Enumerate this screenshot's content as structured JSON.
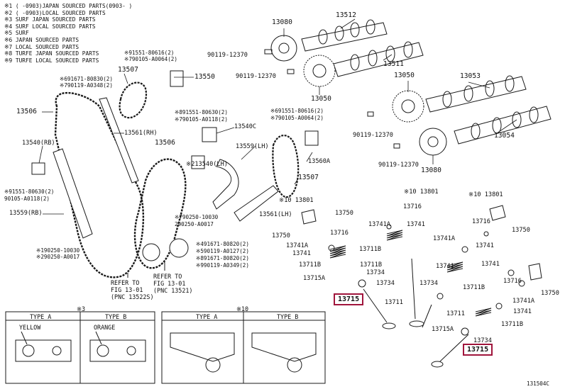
{
  "legend_notes": [
    "※1 (      -0903)JAPAN SOURCED PARTS(0903-      )",
    "※2 (      -0903)LOCAL SOURCED PARTS",
    "※3 SURF JAPAN SOURCED PARTS",
    "※4 SURF LOCAL SOURCED PARTS",
    "※5 SURF",
    "※6 JAPAN SOURCED PARTS",
    "※7 LOCAL SOURCED PARTS",
    "※8 TURFE JAPAN SOURCED PARTS",
    "※9 TURFE LOCAL SOURCED PARTS"
  ],
  "parts": [
    {
      "id": "p13080a",
      "text": "13080"
    },
    {
      "id": "p13512",
      "text": "13512"
    },
    {
      "id": "p90119a",
      "text": "90119-12370"
    },
    {
      "id": "p13511",
      "text": "13511"
    },
    {
      "id": "p90119b",
      "text": "90119-12370"
    },
    {
      "id": "p13050a",
      "text": "13050"
    },
    {
      "id": "p13050b",
      "text": "13050"
    },
    {
      "id": "p13053",
      "text": "13053"
    },
    {
      "id": "p90119c",
      "text": "90119-12370"
    },
    {
      "id": "p13054",
      "text": "13054"
    },
    {
      "id": "p90119d",
      "text": "90119-12370"
    },
    {
      "id": "p13080b",
      "text": "13080"
    },
    {
      "id": "n91551a",
      "text": "※91551-80616(2)"
    },
    {
      "id": "n90105a",
      "text": "※790105-A0064(2)"
    },
    {
      "id": "p13507a",
      "text": "13507"
    },
    {
      "id": "p13550",
      "text": "13550"
    },
    {
      "id": "n91671a",
      "text": "※691671-80830(2)"
    },
    {
      "id": "n90119e",
      "text": "※790119-A0348(2)"
    },
    {
      "id": "p13506a",
      "text": "13506"
    },
    {
      "id": "n91551b",
      "text": "※891551-80630(2)"
    },
    {
      "id": "n90105b",
      "text": "※790105-A0118(2)"
    },
    {
      "id": "p13561rh",
      "text": "13561(RH)"
    },
    {
      "id": "p13540c",
      "text": "13540C"
    },
    {
      "id": "n91551c",
      "text": "※691551-80616(2)"
    },
    {
      "id": "n90105c",
      "text": "※790105-A0064(2)"
    },
    {
      "id": "p13540rb",
      "text": "13540(RB)"
    },
    {
      "id": "p13506b",
      "text": "13506"
    },
    {
      "id": "p13540lh",
      "text": "※213540(LH)"
    },
    {
      "id": "p13559lh",
      "text": "13559(LH)"
    },
    {
      "id": "p13560a",
      "text": "13560A"
    },
    {
      "id": "p13507b",
      "text": "13507"
    },
    {
      "id": "n91551d",
      "text": "※91551-80630(2)"
    },
    {
      "id": "n90105d",
      "text": "90105-A0118(2)"
    },
    {
      "id": "p13801a",
      "text": "※10 13801"
    },
    {
      "id": "p13801b",
      "text": "※10 13801"
    },
    {
      "id": "p13801c",
      "text": "※10 13801"
    },
    {
      "id": "p13559rb",
      "text": "13559(RB)"
    },
    {
      "id": "n90250a",
      "text": "※790250-10030"
    },
    {
      "id": "n290250a",
      "text": "290250-A0017"
    },
    {
      "id": "p13561lh",
      "text": "13561(LH)"
    },
    {
      "id": "p13750a",
      "text": "13750"
    },
    {
      "id": "p13716a",
      "text": "13716"
    },
    {
      "id": "p13741a1",
      "text": "13741A"
    },
    {
      "id": "p13741a2",
      "text": "13741"
    },
    {
      "id": "p13716b",
      "text": "13716"
    },
    {
      "id": "p13750b",
      "text": "13750"
    },
    {
      "id": "n190250",
      "text": "※190250-10030"
    },
    {
      "id": "n290250b",
      "text": "※290250-A0017"
    },
    {
      "id": "n91671b",
      "text": "※491671-80820(2)"
    },
    {
      "id": "n90119f",
      "text": "※590119-A0127(2)"
    },
    {
      "id": "n91671c",
      "text": "※891671-80820(2)"
    },
    {
      "id": "n90119g",
      "text": "※990119-A0349(2)"
    },
    {
      "id": "p13750c",
      "text": "13750"
    },
    {
      "id": "p13716c",
      "text": "13716"
    },
    {
      "id": "p13741a3",
      "text": "13741A"
    },
    {
      "id": "p13741b",
      "text": "13741"
    },
    {
      "id": "p13741a4",
      "text": "13741A"
    },
    {
      "id": "p13741c",
      "text": "13741"
    },
    {
      "id": "p13711b1",
      "text": "13711B"
    },
    {
      "id": "p13711b2",
      "text": "13711B"
    },
    {
      "id": "p13741d",
      "text": "13741"
    },
    {
      "id": "p13711b3",
      "text": "13711B"
    },
    {
      "id": "p13734a",
      "text": "13734"
    },
    {
      "id": "p13715a1",
      "text": "13715A"
    },
    {
      "id": "p13734b",
      "text": "13734"
    },
    {
      "id": "p13741e",
      "text": "13741"
    },
    {
      "id": "p13734c",
      "text": "13734"
    },
    {
      "id": "p13711b4",
      "text": "13711B"
    },
    {
      "id": "p13716d",
      "text": "13716"
    },
    {
      "id": "p13750d",
      "text": "13750"
    },
    {
      "id": "p13741a5",
      "text": "13741A"
    },
    {
      "id": "p13711a",
      "text": "13711"
    },
    {
      "id": "p13711b",
      "text": "13711"
    },
    {
      "id": "p13741f",
      "text": "13741"
    },
    {
      "id": "p13711b5",
      "text": "13711B"
    },
    {
      "id": "p13715a2",
      "text": "13715A"
    },
    {
      "id": "p13734d",
      "text": "13734"
    }
  ],
  "refer_1": {
    "line1": "REFER TO",
    "line2": "FIG 13-01",
    "line3": "(PNC 13522S)"
  },
  "refer_2": {
    "line1": "REFER TO",
    "line2": "FIG 13-01",
    "line3": "(PNC 13521)"
  },
  "highlighted": [
    {
      "id": "hl1",
      "text": "13715"
    },
    {
      "id": "hl2",
      "text": "13715"
    }
  ],
  "inset_left": {
    "note": "※3",
    "type_a": "TYPE A",
    "type_b": "TYPE B",
    "color_a": "YELLOW",
    "color_b": "ORANGE"
  },
  "inset_right": {
    "note": "※10",
    "type_a": "TYPE A",
    "type_b": "TYPE B"
  },
  "figure_code": "131504C",
  "colors": {
    "line": "#1a1a1a",
    "highlight": "#a0153c"
  }
}
